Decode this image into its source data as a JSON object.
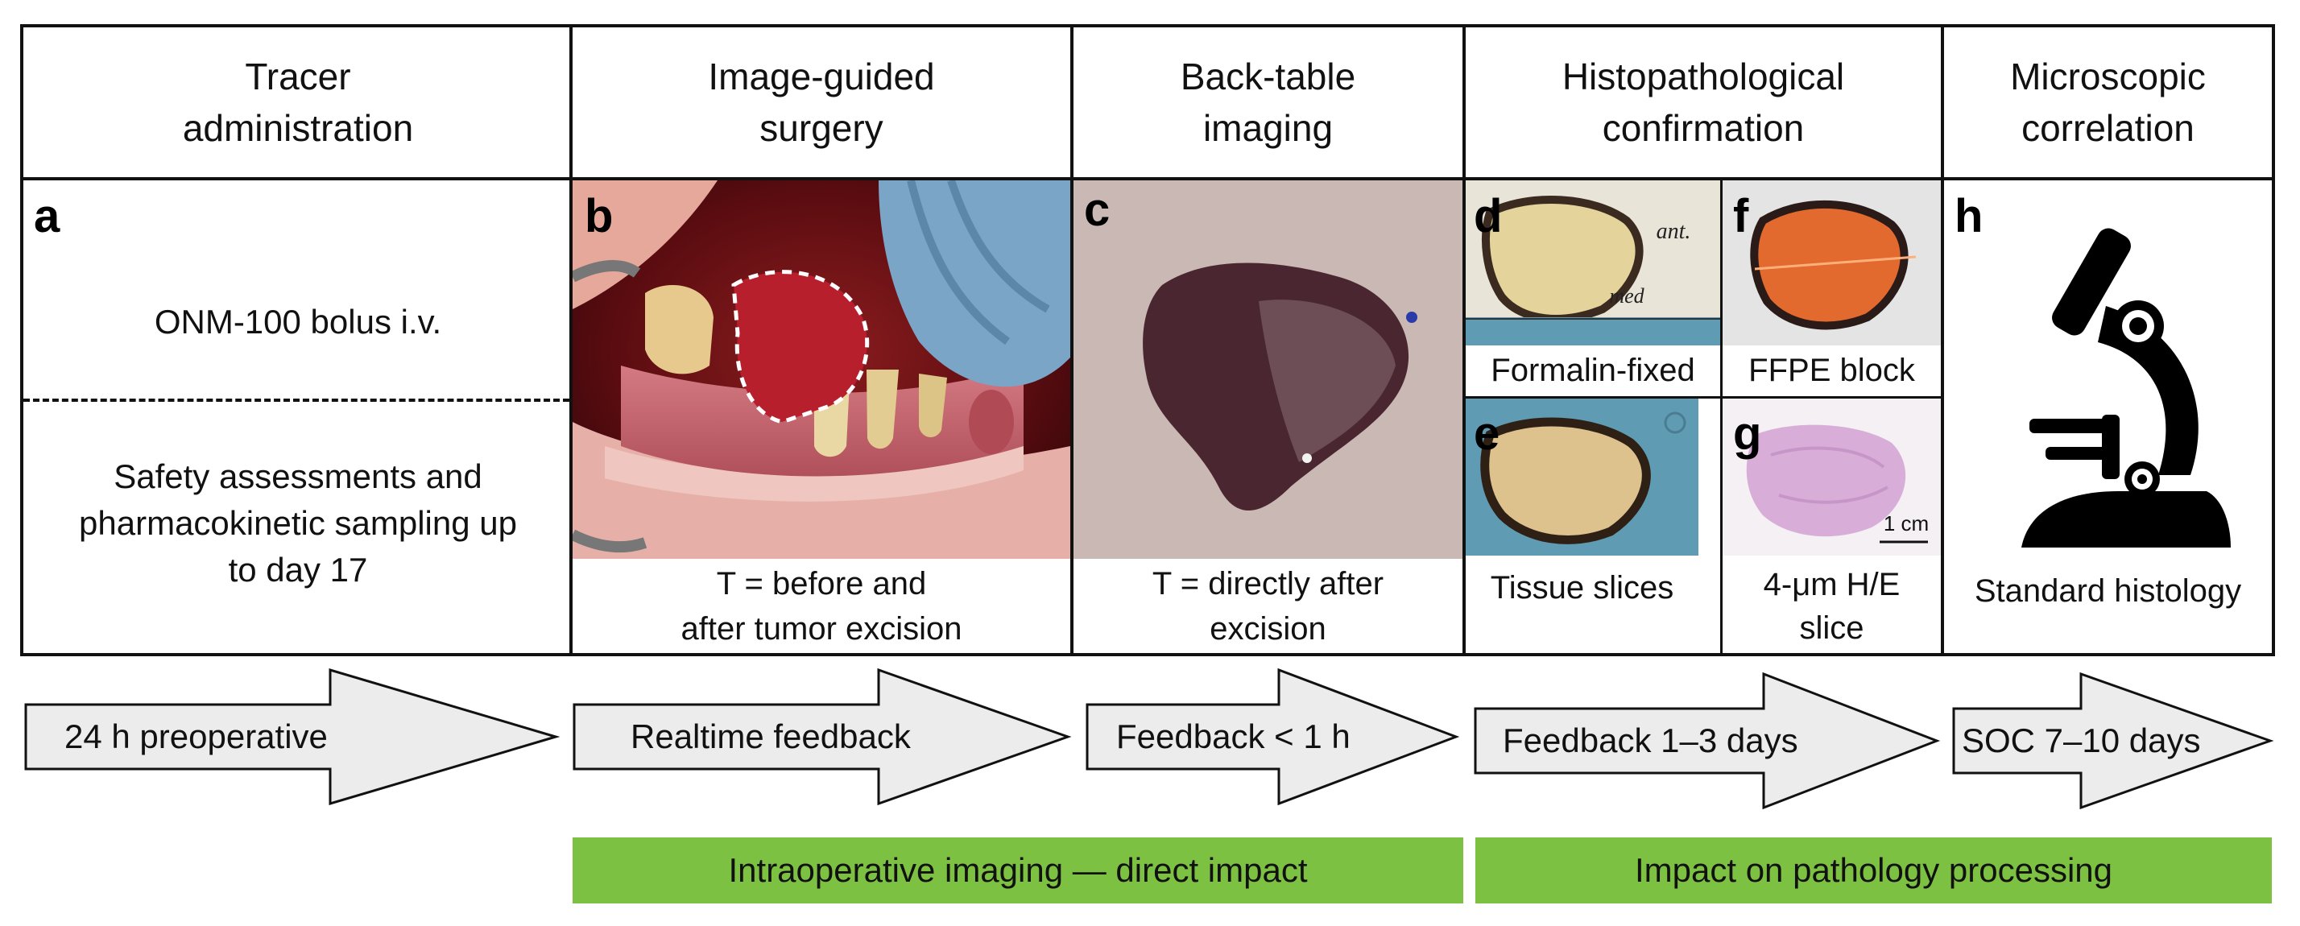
{
  "columns": [
    {
      "title_lines": [
        "Tracer",
        "administration"
      ]
    },
    {
      "title_lines": [
        "Image-guided",
        "surgery"
      ]
    },
    {
      "title_lines": [
        "Back-table",
        "imaging"
      ]
    },
    {
      "title_lines": [
        "Histopathological",
        "confirmation"
      ]
    },
    {
      "title_lines": [
        "Microscopic",
        "correlation"
      ]
    }
  ],
  "panels": {
    "a": {
      "letter": "a",
      "top_text": "ONM-100 bolus i.v.",
      "bottom_lines": [
        "Safety assessments and",
        "pharmacokinetic sampling up",
        "to day 17"
      ]
    },
    "b": {
      "letter": "b",
      "caption_lines": [
        "T = before and",
        "after tumor excision"
      ]
    },
    "c": {
      "letter": "c",
      "caption_lines": [
        "T = directly after",
        "excision"
      ]
    },
    "d": {
      "letter": "d",
      "caption": "Formalin-fixed",
      "specimen_labels": [
        "ant.",
        "med"
      ]
    },
    "e": {
      "letter": "e",
      "caption": "Tissue slices"
    },
    "f": {
      "letter": "f",
      "caption": "FFPE block"
    },
    "g": {
      "letter": "g",
      "caption_lines": [
        "4-μm H/E",
        "slice"
      ],
      "scale_bar": "1 cm"
    },
    "h": {
      "letter": "h",
      "caption": "Standard histology"
    }
  },
  "arrows": [
    "24 h preoperative",
    "Realtime feedback",
    "Feedback < 1 h",
    "Feedback 1–3 days",
    "SOC 7–10 days"
  ],
  "bands": [
    "Intraoperative imaging — direct impact",
    "Impact on pathology processing"
  ],
  "colors": {
    "band": "#7dc142",
    "arrow_fill": "#ececec",
    "border": "#111111"
  }
}
